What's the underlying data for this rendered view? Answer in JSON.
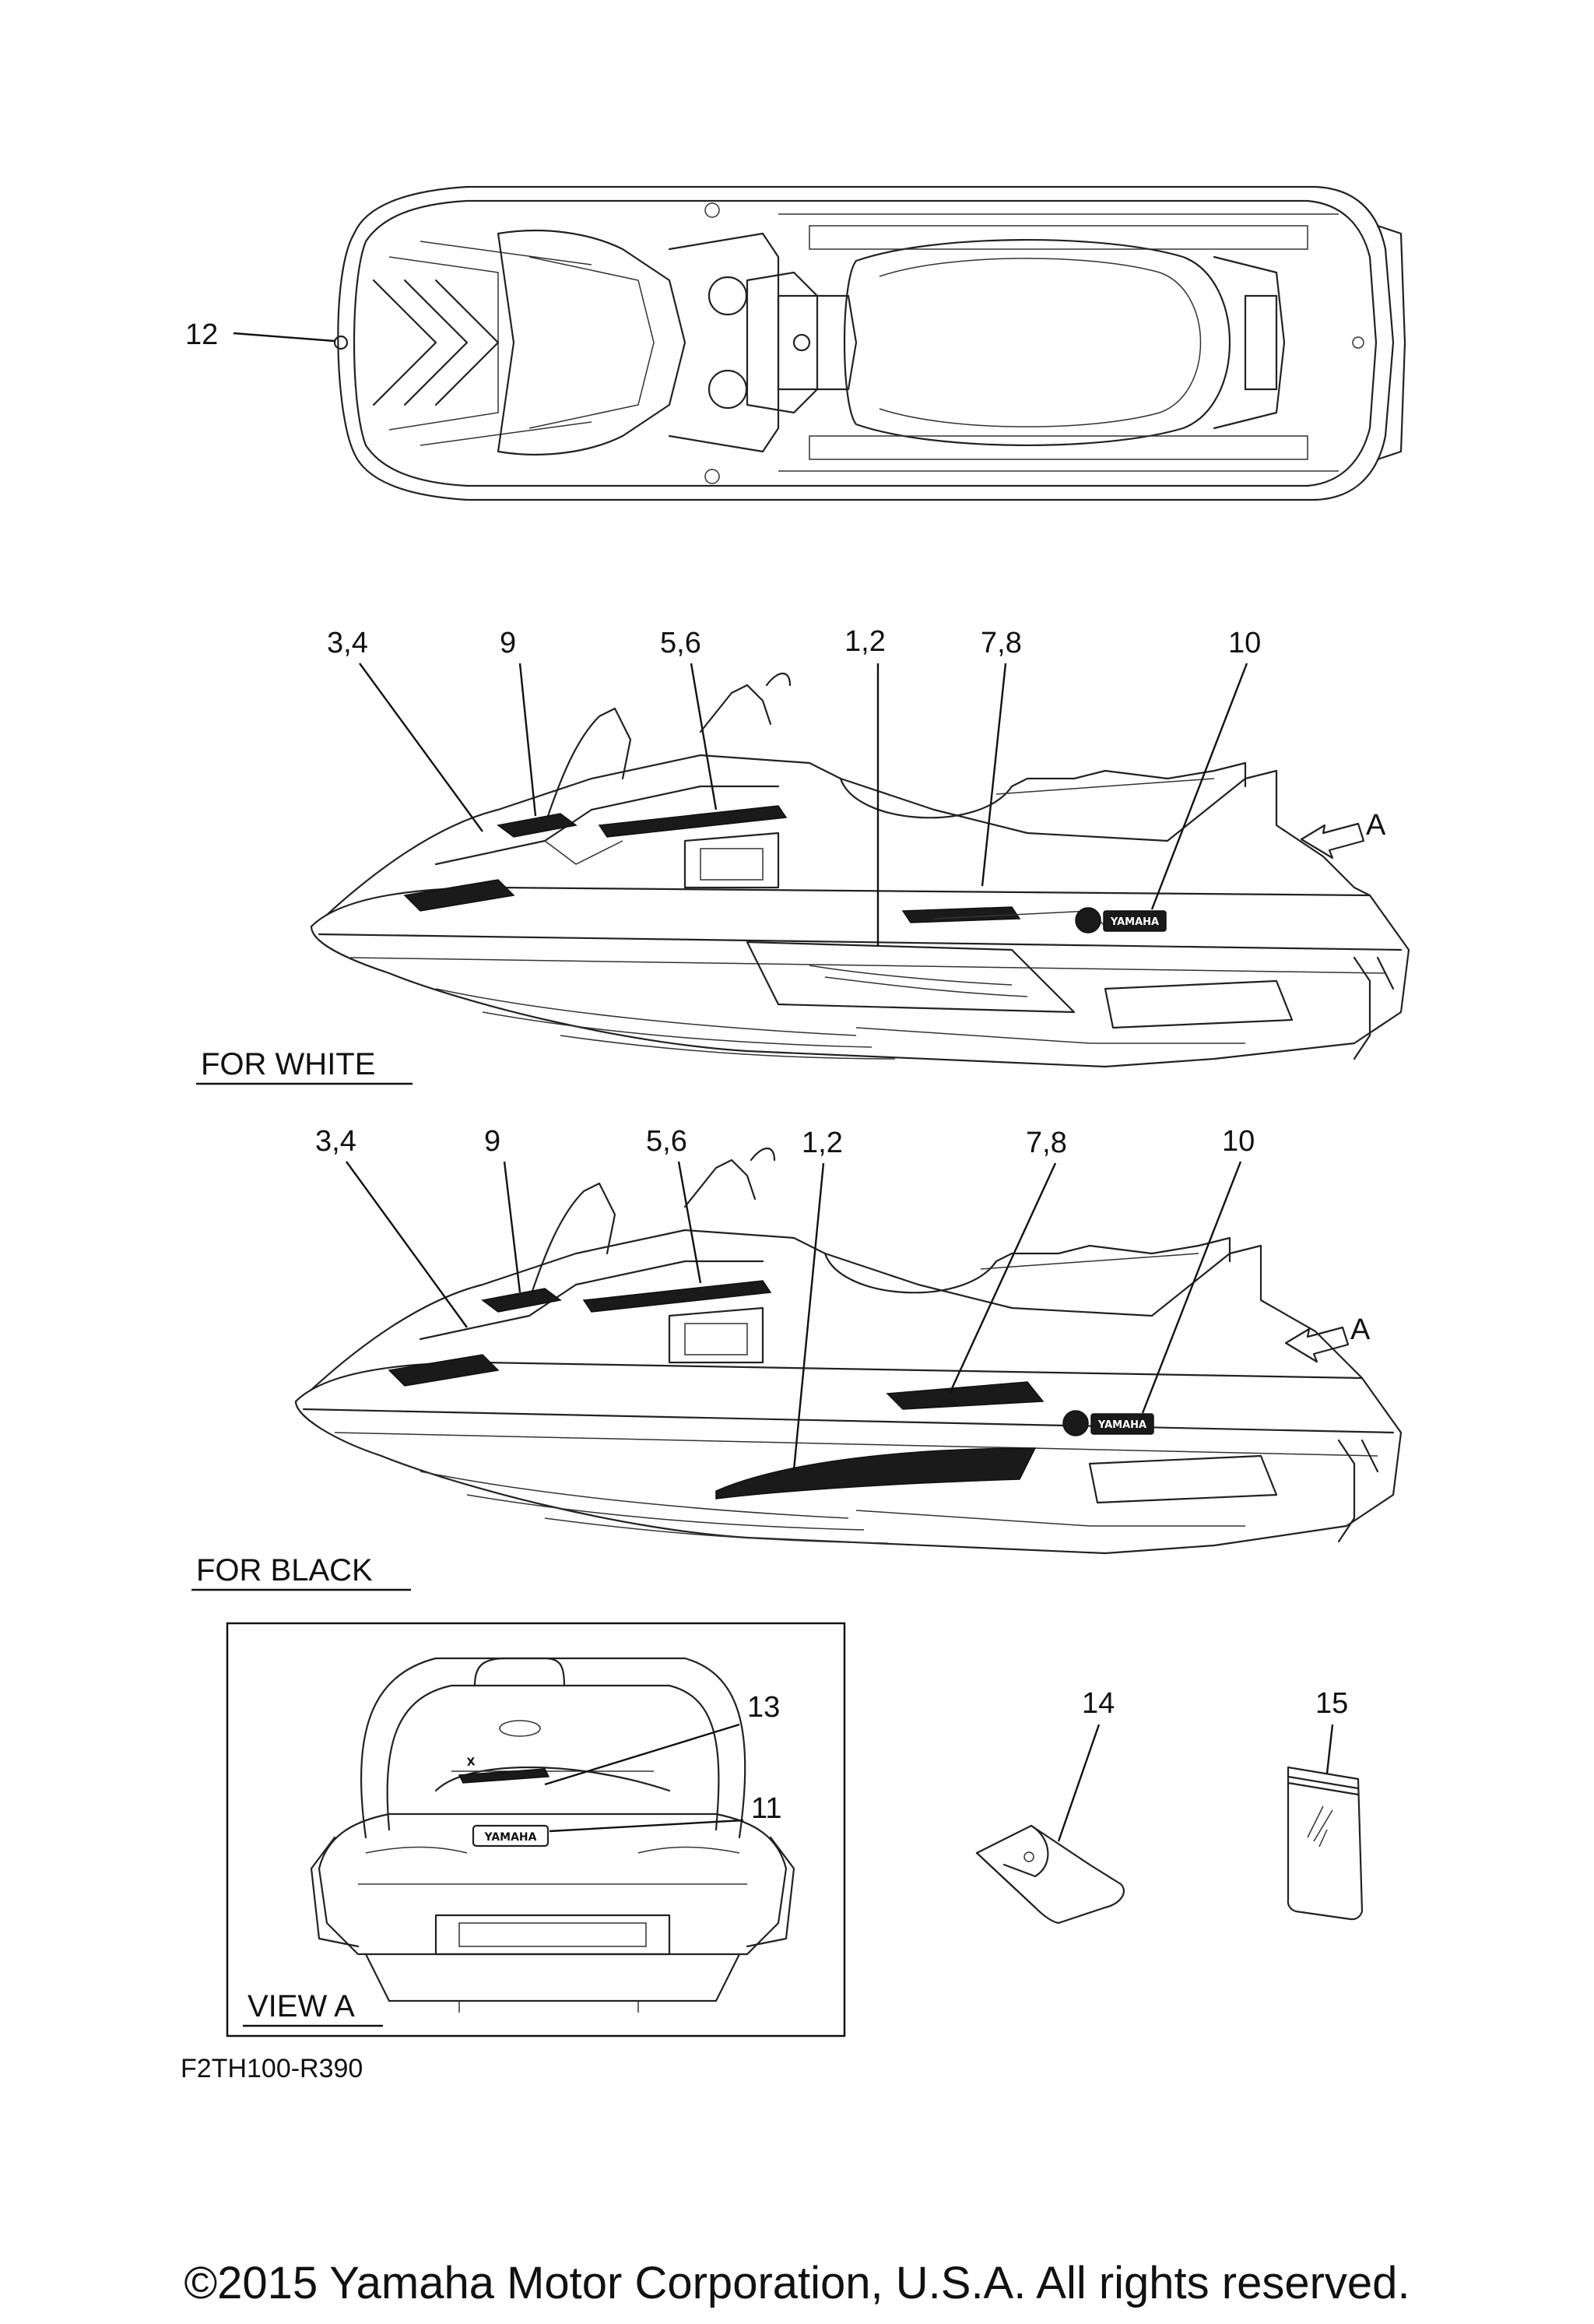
{
  "callouts": {
    "top_12": "12",
    "white_34": "3,4",
    "white_9": "9",
    "white_56": "5,6",
    "white_12": "1,2",
    "white_78": "7,8",
    "white_10": "10",
    "white_A": "A",
    "black_34": "3,4",
    "black_9": "9",
    "black_56": "5,6",
    "black_12": "1,2",
    "black_78": "7,8",
    "black_10": "10",
    "black_A": "A",
    "view_13": "13",
    "view_11": "11",
    "item_14": "14",
    "item_15": "15"
  },
  "captions": {
    "for_white": "FOR WHITE",
    "for_black": "FOR BLACK",
    "view_a": "VIEW A"
  },
  "logo_text": "YAMAHA",
  "figure_code": "F2TH100-R390",
  "copyright": "©2015 Yamaha Motor Corporation, U.S.A. All rights reserved."
}
